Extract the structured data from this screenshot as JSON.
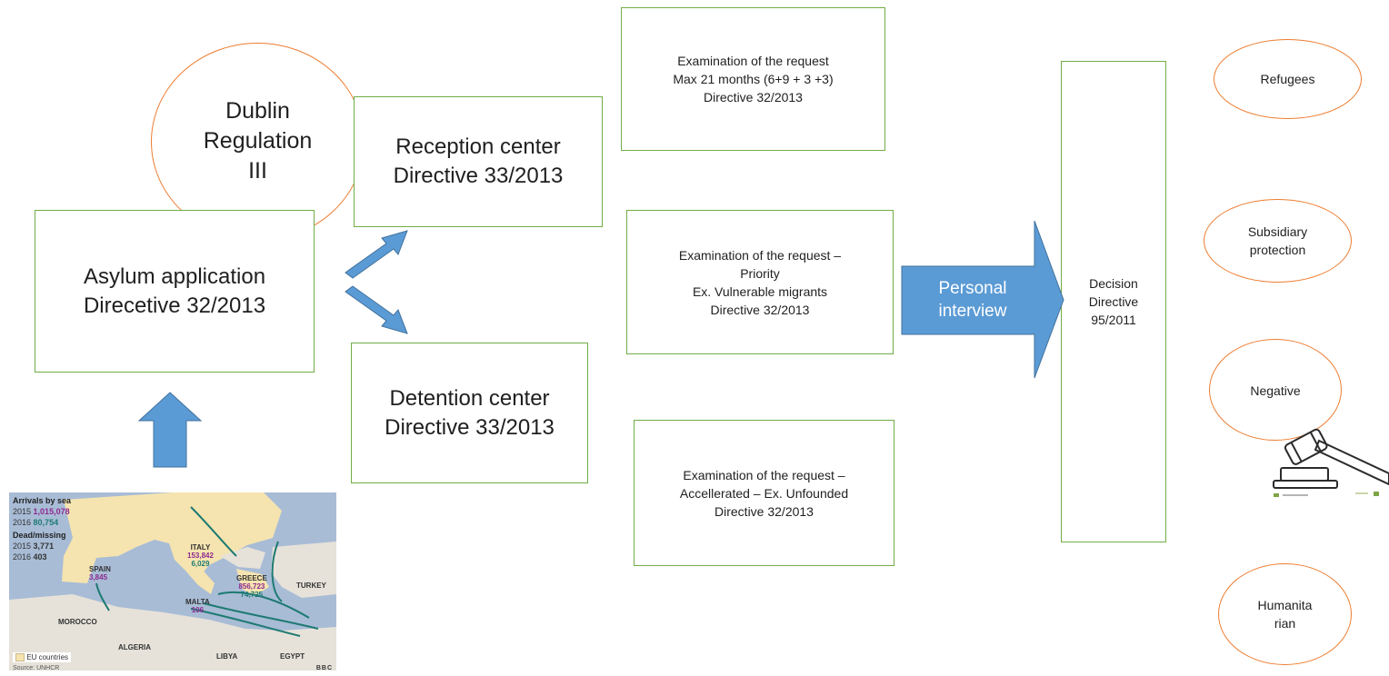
{
  "dublin": {
    "text": "Dublin\nRegulation\nIII"
  },
  "asylum": {
    "text": "Asylum application\nDirecetive 32/2013"
  },
  "reception": {
    "text": "Reception center\nDirective 33/2013"
  },
  "detention": {
    "text": "Detention center\nDirective 33/2013"
  },
  "exam_standard": {
    "text": "Examination of the request\nMax 21 months (6+9 + 3 +3)\nDirective 32/2013"
  },
  "exam_priority": {
    "text": "Examination of the request –\nPriority\nEx. Vulnerable migrants\nDirective 32/2013"
  },
  "exam_accelerated": {
    "text": "Examination of the request –\nAccellerated – Ex. Unfounded\nDirective 32/2013"
  },
  "interview": {
    "text": "Personal\ninterview"
  },
  "decision": {
    "text": "Decision\nDirective\n95/2011"
  },
  "outcomes": {
    "refugees": "Refugees",
    "subsidiary": "Subsidiary\nprotection",
    "negative": "Negative",
    "humanitarian": "Humanita\nrian"
  },
  "colors": {
    "box_border": "#70ad47",
    "ellipse_border": "#ed7d31",
    "arrow_fill": "#5b9bd5",
    "sea": "#a8bcd6",
    "eu": "#f5e4b0",
    "land": "#e6e2d9"
  },
  "map": {
    "legend_title_sea": "Arrivals by sea",
    "sea_2015_year": "2015",
    "sea_2015_value": "1,015,078",
    "sea_2016_year": "2016",
    "sea_2016_value": "80,754",
    "legend_title_dead": "Dead/missing",
    "dead_2015_year": "2015",
    "dead_2015_value": "3,771",
    "dead_2016_year": "2016",
    "dead_2016_value": "403",
    "spain": "SPAIN",
    "spain_value": "3,845",
    "italy": "ITALY",
    "italy_value_1": "153,842",
    "italy_value_2": "6,029",
    "greece": "GREECE",
    "greece_value_1": "856,723",
    "greece_value_2": "74,725",
    "turkey": "TURKEY",
    "malta": "MALTA",
    "malta_value": "106",
    "morocco": "MOROCCO",
    "algeria": "ALGERIA",
    "libya": "LIBYA",
    "egypt": "EGYPT",
    "legend_eu": "EU countries",
    "source": "Source: UNHCR",
    "brand": "BBC"
  }
}
